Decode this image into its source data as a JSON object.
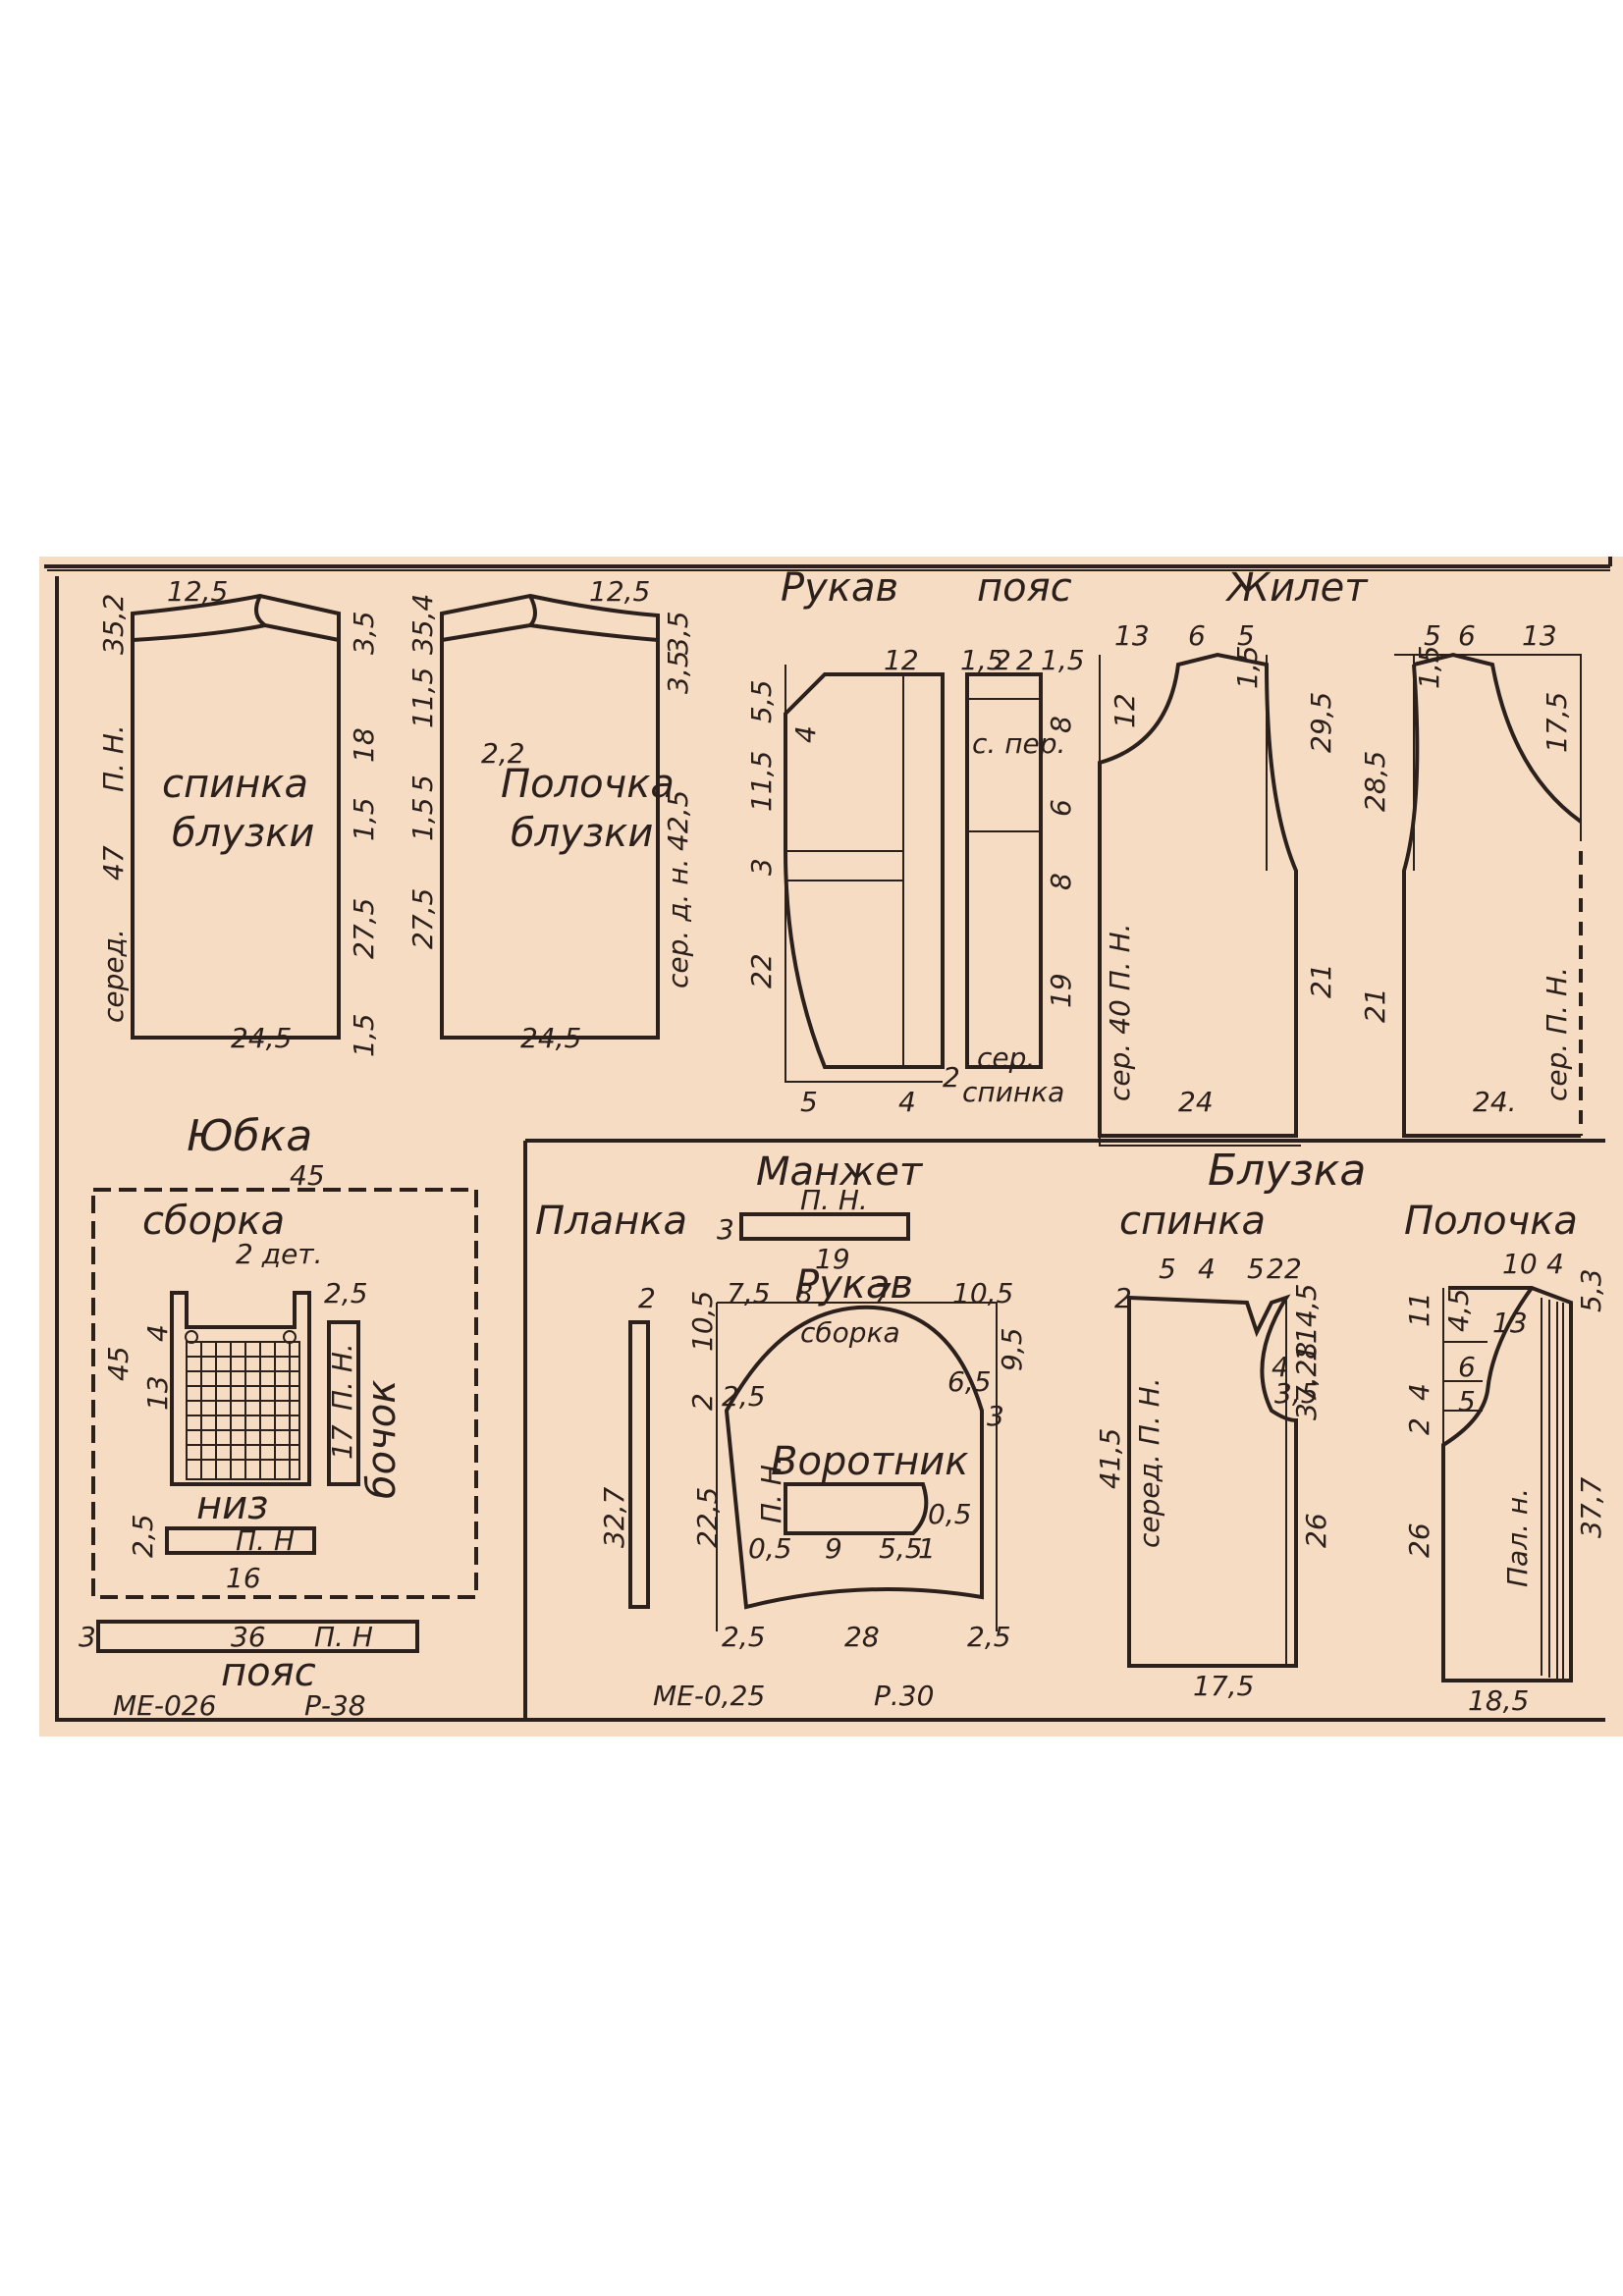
{
  "pieces": {
    "blouse_back": {
      "title1": "спинка",
      "title2": "блузки",
      "top": "12,5",
      "bottom": "24,5",
      "l1": "35,2",
      "l2": "П. Н.",
      "l3": "47",
      "l4": "серед.",
      "r1": "3,5",
      "r2": "18",
      "r3": "1,5",
      "r4": "27,5",
      "r5": "1,5"
    },
    "blouse_front": {
      "title1": "Полочка",
      "title2": "блузки",
      "top": "12,5",
      "bottom": "24,5",
      "l1": "35,4",
      "l2": "11,5",
      "l3": "5",
      "l4": "1,5",
      "l5": "27,5",
      "mark": "2,2",
      "r1": "3,5",
      "r2": "3,5",
      "r3": "42,5",
      "r4": "сер. д. н."
    },
    "sleeve": {
      "title": "Рукав",
      "top": "12",
      "l1": "5,5",
      "l2": "4",
      "l3": "11,5",
      "l4": "3",
      "l5": "22",
      "b1": "5",
      "b2": "4",
      "b3": "2"
    },
    "belt": {
      "title": "пояс",
      "t1": "1,5",
      "t2": "2",
      "t3": "2",
      "t4": "1,5",
      "r1": "8",
      "r2": "6",
      "r3": "8",
      "r4": "19",
      "label1": "с. пер.",
      "label2": "сер.",
      "label3": "спинка"
    },
    "vest": {
      "title": "Жилет",
      "a_t1": "13",
      "a_t2": "6",
      "a_t3": "5",
      "a_t4": "1,5",
      "a_l1": "12",
      "a_r1": "29,5",
      "a_r2": "21",
      "a_b": "24",
      "a_l2": "сер. 40 П. Н.",
      "b_t1": "5",
      "b_t2": "6",
      "b_t3": "13",
      "b_t4": "1,5",
      "b_l1": "28,5",
      "b_r1": "17,5",
      "b_l2": "21",
      "b_r2": "сер. П. Н.",
      "b_b": "24."
    },
    "skirt": {
      "title": "Юбка",
      "width": "45",
      "note1": "сборка",
      "note2": "2 дет.",
      "l1": "45",
      "l2": "4",
      "l3": "13",
      "r1": "2,5",
      "r2": "П. Н.",
      "r3": "17",
      "r4": "бочок",
      "low_label": "низ",
      "low_l": "2,5",
      "low_in": "П. Н",
      "low_b": "16",
      "belt_l": "3",
      "belt_v": "36",
      "belt_in": "П. Н",
      "belt_label": "пояс",
      "code": "МЕ-026",
      "size": "Р-38"
    },
    "placket": {
      "title": "Планка",
      "w": "2",
      "len": "32,7"
    },
    "cuff": {
      "title": "Манжет",
      "in": "П. Н.",
      "h": "3",
      "len": "19"
    },
    "sleeve2": {
      "title": "Рукав",
      "t1": "7,5",
      "t2": "8",
      "t3": "7",
      "t4": "10,5",
      "note": "сборка",
      "l1": "10,5",
      "l2": "2",
      "l3": "2,5",
      "l4": "22,5",
      "r1": "9,5",
      "r2": "6,5",
      "r3": "3",
      "b1": "2,5",
      "b2": "28",
      "b3": "2,5",
      "code": "МЕ-0,25",
      "size": "Р.30"
    },
    "collar": {
      "title": "Воротник",
      "in": "П. Н.",
      "c1": "0,5",
      "c2": "9",
      "c3": "5,5",
      "c4": "1",
      "c5": "0,5"
    },
    "blouse2": {
      "title": "Блузка",
      "back_title": "спинка",
      "front_title": "Полочка",
      "bk_t1": "5",
      "bk_t2": "4",
      "bk_t3": "5",
      "bk_t4": "2",
      "bk_t5": "2",
      "bk_l0": "2",
      "bk_r1": "4,5",
      "bk_r2": "11",
      "bk_r3": "4",
      "bk_r4": "3,5",
      "bk_r5": "37,28",
      "bk_r6": "26",
      "bk_l1": "41,5",
      "bk_l2": "серед. П. Н.",
      "bk_b": "17,5",
      "fr_t1": "10",
      "fr_t2": "4",
      "fr_l1": "11",
      "fr_l2": "4,5",
      "fr_l3": "6",
      "fr_l4": "5",
      "fr_l5": "2",
      "fr_l6": "4",
      "fr_l7": "26",
      "fr_m": "13",
      "fr_r1": "5,3",
      "fr_r2": "37,7",
      "fr_in": "Пал. н.",
      "fr_b": "18,5"
    }
  }
}
